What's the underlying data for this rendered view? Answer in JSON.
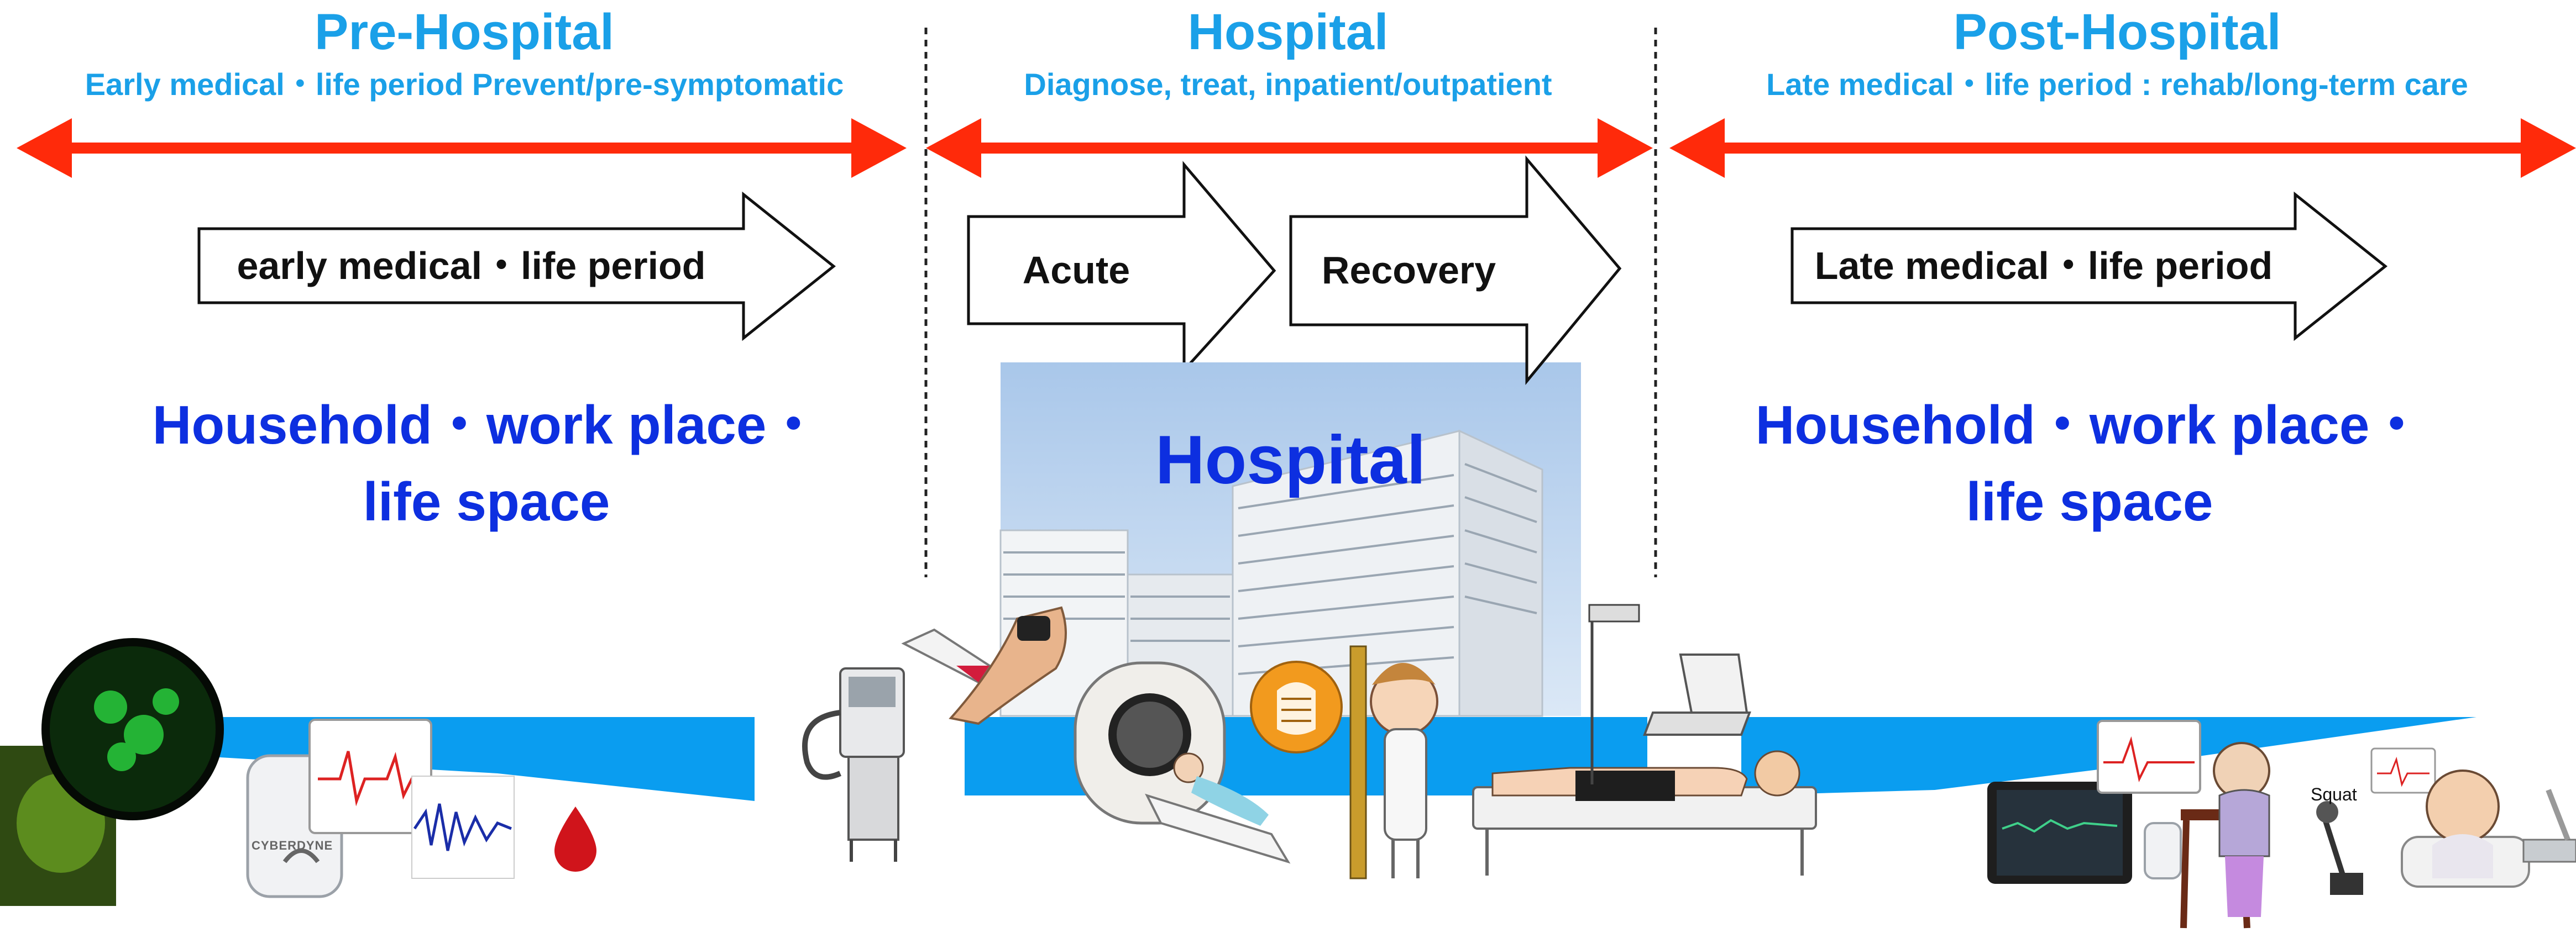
{
  "phases": [
    {
      "title": "Pre-Hospital",
      "subtitle": "Early medical・life period  Prevent/pre-symptomatic"
    },
    {
      "title": "Hospital",
      "subtitle": "Diagnose, treat, inpatient/outpatient"
    },
    {
      "title": "Post-Hospital",
      "subtitle": "Late medical・life period : rehab/long-term care"
    }
  ],
  "arrows": {
    "early": "early medical・life period",
    "acute": "Acute",
    "recovery": "Recovery",
    "late": "Late medical・life period"
  },
  "places": {
    "pre_line1": "Household・work place・",
    "pre_line2": "life space",
    "post_line1": "Household・work place・",
    "post_line2": "life space"
  },
  "hospital_photo_label": "Hospital",
  "illustration_labels": {
    "device_brand": "CYBERDYNE",
    "squat": "Squat"
  },
  "colors": {
    "phase_text": "#1aa0e8",
    "timeline_arrow": "#ff2a0a",
    "place_text": "#0d2fe0",
    "band": "#0a9df0"
  },
  "icons": [
    "cell-fluorescence-image",
    "wearable-sensor-icon",
    "ecg-chart-icon",
    "emg-signal-icon",
    "blood-drop-icon",
    "ventilator-icon",
    "syringe-icon",
    "mri-scanner-icon",
    "x-ray-icon",
    "nurse-icon",
    "patient-bed-icon",
    "laptop-icon",
    "tablet-icon",
    "elderly-person-icon",
    "chair-icon",
    "rehab-robot-icon"
  ]
}
